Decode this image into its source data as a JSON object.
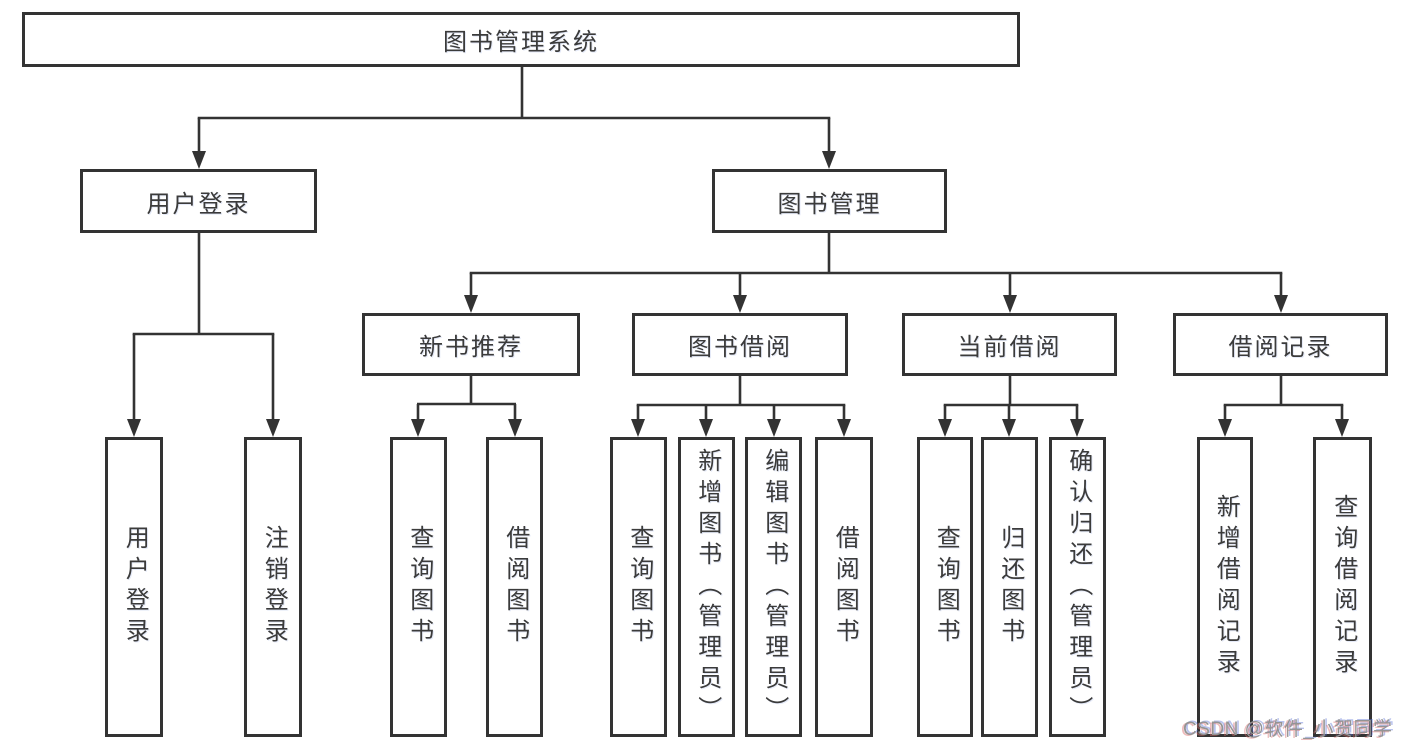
{
  "diagram_title": "图书管理系统",
  "nodes": {
    "root": {
      "label": "图书管理系统"
    },
    "user_login": {
      "label": "用户登录",
      "children": [
        {
          "label": "用户登录"
        },
        {
          "label": "注销登录"
        }
      ]
    },
    "book_mgmt": {
      "label": "图书管理",
      "groups": [
        {
          "label": "新书推荐",
          "children": [
            {
              "label": "查询图书"
            },
            {
              "label": "借阅图书"
            }
          ]
        },
        {
          "label": "图书借阅",
          "children": [
            {
              "label": "查询图书"
            },
            {
              "label": "新增图书（管理员）"
            },
            {
              "label": "编辑图书（管理员）"
            },
            {
              "label": "借阅图书"
            }
          ]
        },
        {
          "label": "当前借阅",
          "children": [
            {
              "label": "查询图书"
            },
            {
              "label": "归还图书"
            },
            {
              "label": "确认归还（管理员）"
            }
          ]
        },
        {
          "label": "借阅记录",
          "children": [
            {
              "label": "新增借阅记录"
            },
            {
              "label": "查询借阅记录"
            }
          ]
        }
      ]
    }
  },
  "watermark": "CSDN @软件_小贺同学",
  "colors": {
    "line": "#333333",
    "text": "#3b3b3b",
    "background": "#ffffff",
    "watermark": "#949494"
  }
}
